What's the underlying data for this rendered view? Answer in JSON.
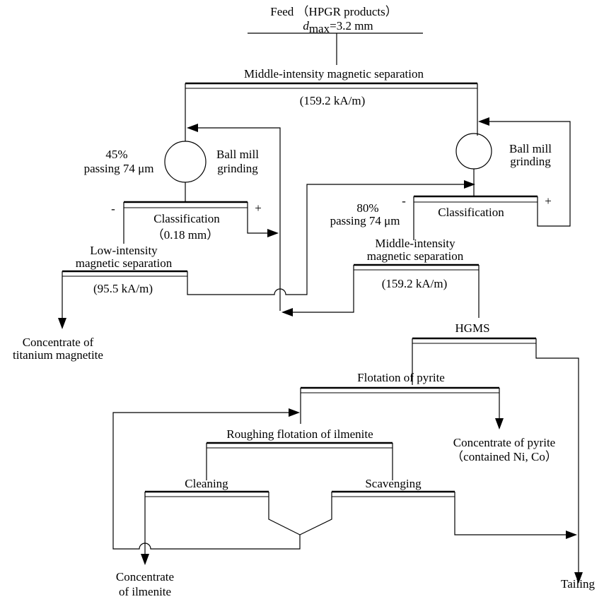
{
  "feed": {
    "label": "Feed （HPGR products）",
    "dmax_symbol": "d",
    "dmax_subscript": "max",
    "dmax_value": "=3.2 mm"
  },
  "mims1": {
    "label": "Middle-intensity magnetic separation",
    "field": "(159.2 kA/m)"
  },
  "mill1": {
    "passing_pct": "45%",
    "passing_size": "passing 74 μm",
    "label_line1": "Ball mill",
    "label_line2": "grinding"
  },
  "class1": {
    "label": "Classification",
    "cut": "（0.18 mm）",
    "minus": "-",
    "plus": "+"
  },
  "lims": {
    "label_line1": "Low-intensity",
    "label_line2": "magnetic separation",
    "field": "(95.5 kA/m)"
  },
  "conc_ti": {
    "label_line1": "Concentrate of",
    "label_line2": "titanium magnetite"
  },
  "mill2": {
    "passing_pct": "80%",
    "passing_size": "passing 74 μm",
    "label_line1": "Ball mill",
    "label_line2": "grinding"
  },
  "class2": {
    "label": "Classification",
    "minus": "-",
    "plus": "+"
  },
  "mims2": {
    "label_line1": "Middle-intensity",
    "label_line2": "magnetic separation",
    "field": "(159.2 kA/m)"
  },
  "hgms": {
    "label": "HGMS"
  },
  "flot_pyrite": {
    "label": "Flotation of pyrite"
  },
  "conc_pyrite": {
    "label_line1": "Concentrate of pyrite",
    "label_line2": "（contained Ni, Co）"
  },
  "roughing": {
    "label": "Roughing flotation of ilmenite"
  },
  "cleaning": {
    "label": "Cleaning"
  },
  "scavenging": {
    "label": "Scavenging"
  },
  "conc_ilm": {
    "label_line1": "Concentrate",
    "label_line2": "of ilmenite"
  },
  "tailing": {
    "label": "Tailing"
  }
}
